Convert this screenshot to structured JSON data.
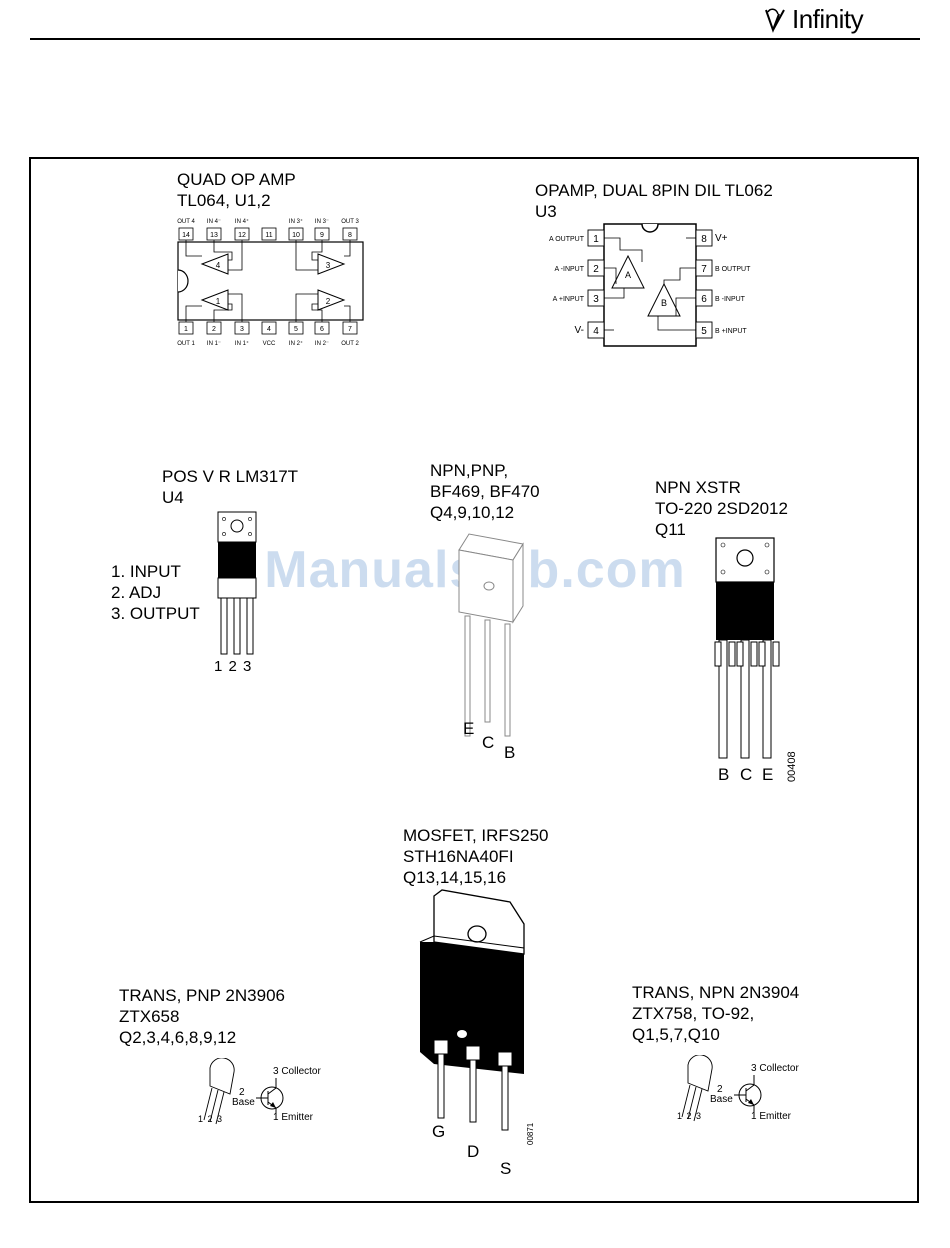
{
  "header": {
    "brand": "Infinity"
  },
  "watermark": "ManualsLib.com",
  "quad_opamp": {
    "title_1": "QUAD OP AMP",
    "title_2": "TL064, U1,2",
    "top_pins": [
      {
        "label": "OUT 4",
        "num": "14"
      },
      {
        "label": "IN 4⁻",
        "num": "13"
      },
      {
        "label": "IN 4⁺",
        "num": "12"
      },
      {
        "label": "",
        "num": "11"
      },
      {
        "label": "IN 3⁺",
        "num": "10"
      },
      {
        "label": "IN 3⁻",
        "num": "9"
      },
      {
        "label": "OUT 3",
        "num": "8"
      }
    ],
    "bottom_pins": [
      {
        "label": "OUT 1",
        "num": "1"
      },
      {
        "label": "IN 1⁻",
        "num": "2"
      },
      {
        "label": "IN 1⁺",
        "num": "3"
      },
      {
        "label": "VCC",
        "num": "4"
      },
      {
        "label": "IN 2⁺",
        "num": "5"
      },
      {
        "label": "IN 2⁻",
        "num": "6"
      },
      {
        "label": "OUT 2",
        "num": "7"
      }
    ],
    "amps": [
      "4",
      "3",
      "1",
      "2"
    ]
  },
  "dual_opamp": {
    "title_1": "OPAMP, DUAL 8PIN DIL TL062",
    "title_2": "U3",
    "left_pins": [
      {
        "label": "A OUTPUT",
        "num": "1"
      },
      {
        "label": "A -INPUT",
        "num": "2"
      },
      {
        "label": "A +INPUT",
        "num": "3"
      },
      {
        "label": "V-",
        "num": "4"
      }
    ],
    "right_pins": [
      {
        "label": "V+",
        "num": "8"
      },
      {
        "label": "B OUTPUT",
        "num": "7"
      },
      {
        "label": "B -INPUT",
        "num": "6"
      },
      {
        "label": "B +INPUT",
        "num": "5"
      }
    ],
    "amp_a": "A",
    "amp_b": "B"
  },
  "regulator": {
    "title_1": "POS V R LM317T",
    "title_2": "U4",
    "pins": [
      "1. INPUT",
      "2. ADJ",
      "3. OUTPUT"
    ],
    "pin_nums": "1  2  3"
  },
  "npn_pnp": {
    "title_1": "NPN,PNP,",
    "title_2": "BF469, BF470",
    "title_3": "Q4,9,10,12",
    "leads": [
      "E",
      "C",
      "B"
    ]
  },
  "npn_xstr": {
    "title_1": "NPN XSTR",
    "title_2": "TO-220 2SD2012",
    "title_3": "Q11",
    "leads": [
      "B",
      "C",
      "E"
    ],
    "code": "00408"
  },
  "mosfet": {
    "title_1": "MOSFET, IRFS250",
    "title_2": "STH16NA40FI",
    "title_3": "Q13,14,15,16",
    "leads": [
      "G",
      "D",
      "S"
    ],
    "code": "00871"
  },
  "pnp": {
    "title_1": "TRANS, PNP 2N3906",
    "title_2": "ZTX658",
    "title_3": "Q2,3,4,6,8,9,12",
    "collector": "3 Collector",
    "base_num": "2",
    "base": "Base",
    "emitter": "1 Emitter",
    "lead_nums": "1 2 3"
  },
  "npn": {
    "title_1": "TRANS, NPN 2N3904",
    "title_2": "ZTX758, TO-92,",
    "title_3": "Q1,5,7,Q10",
    "collector": "3 Collector",
    "base_num": "2",
    "base": "Base",
    "emitter": "1 Emitter",
    "lead_nums": "1 2 3"
  }
}
